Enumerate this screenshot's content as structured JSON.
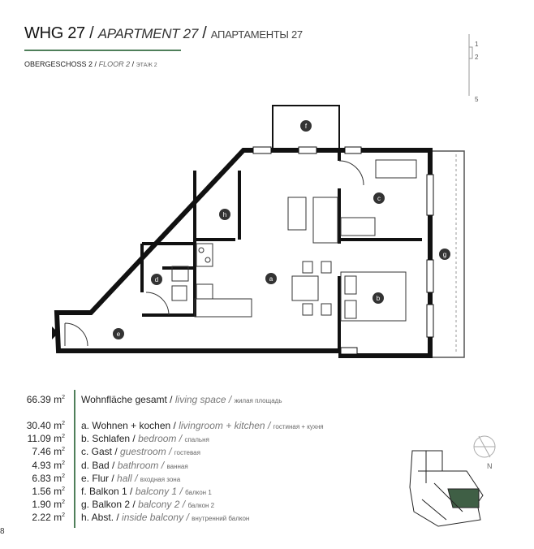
{
  "header": {
    "title_de": "WHG 27",
    "title_en": "APARTMENT 27",
    "title_ru": "АПАРТАМЕНТЫ 27",
    "sep": "/",
    "floor_de": "OBERGESCHOSS 2",
    "floor_en": "FLOOR 2",
    "floor_ru": "ЭТАЖ 2"
  },
  "floor_indicator": [
    "1",
    "2",
    "5"
  ],
  "room_labels": [
    "a",
    "b",
    "c",
    "d",
    "e",
    "f",
    "g",
    "h"
  ],
  "total": {
    "area": "66.39 m",
    "de": "Wohnfläche gesamt",
    "en": "living space",
    "ru": "жилая площадь"
  },
  "rooms": [
    {
      "area": "30.40 m",
      "de": "a. Wohnen + kochen",
      "en": "livingroom + kitchen",
      "ru": "гостиная + кухня"
    },
    {
      "area": "11.09 m",
      "de": "b. Schlafen",
      "en": "bedroom",
      "ru": "спальня"
    },
    {
      "area": "7.46 m",
      "de": "c. Gast",
      "en": "guestroom",
      "ru": "гостевая"
    },
    {
      "area": "4.93 m",
      "de": "d. Bad",
      "en": "bathroom",
      "ru": "ванная"
    },
    {
      "area": "6.83 m",
      "de": "e. Flur",
      "en": "hall",
      "ru": "входная зона"
    },
    {
      "area": "1.56 m",
      "de": "f. Balkon 1",
      "en": "balcony 1",
      "ru": "балкон 1"
    },
    {
      "area": "1.90 m",
      "de": "g. Balkon 2",
      "en": "balcony 2",
      "ru": "балкон 2"
    },
    {
      "area": "2.22 m",
      "de": "h. Abst.",
      "en": "inside balcony",
      "ru": "внутренний балкон"
    }
  ],
  "unit_sup": "2",
  "compass": "N",
  "page_number": "8",
  "colors": {
    "accent": "#4f7f5a",
    "wall": "#111111",
    "highlight": "#3f5f45"
  }
}
